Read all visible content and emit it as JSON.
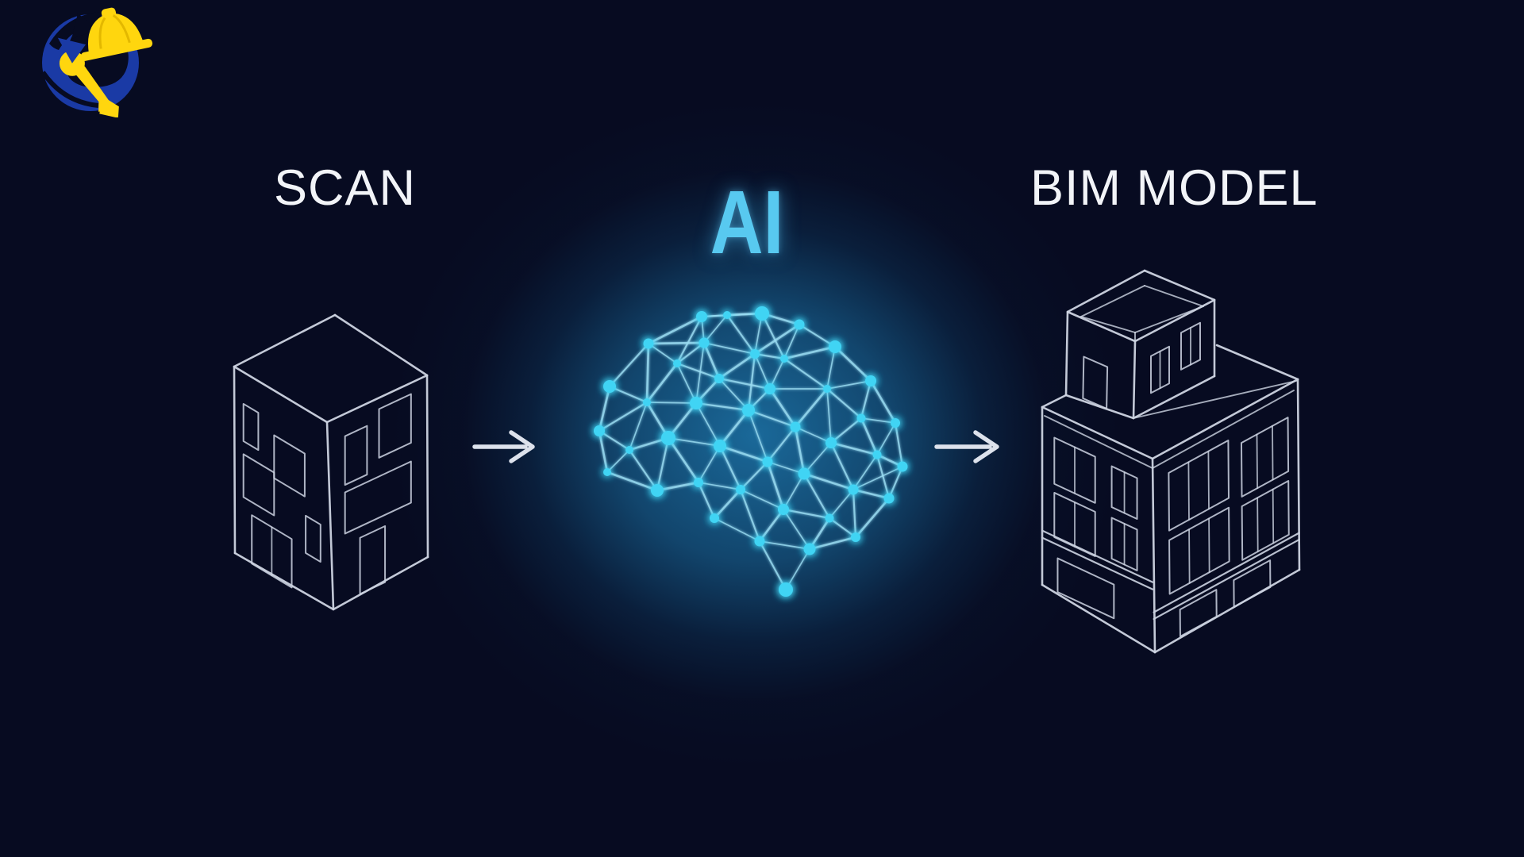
{
  "scene": {
    "type": "scan-to-bim-ai-process-diagram",
    "background_color": "#070b21"
  },
  "logo": {
    "name": "construction-mascot-logo",
    "description": "blue circular mascot wearing yellow hard hat holding yellow wrench",
    "colors": {
      "circle": "#1a3aa5",
      "accent": "#ffd60e"
    }
  },
  "diagram": {
    "steps": [
      {
        "label": "SCAN",
        "icon": "wireframe-building-icon"
      },
      {
        "label": "AI",
        "icon": "neural-network-brain-icon"
      },
      {
        "label": "BIM MODEL",
        "icon": "isometric-bim-building-icon"
      }
    ],
    "connector_icon": "arrow-right-icon"
  },
  "colors": {
    "label_text": "#f2f4f8",
    "ai_text": "#58c9f0",
    "wireframe_line": "#cdd4e2",
    "arrow": "#dde2ec",
    "brain_node": "#41d4f4",
    "brain_link": "#9adcf2",
    "glow_center": "#17618f"
  }
}
